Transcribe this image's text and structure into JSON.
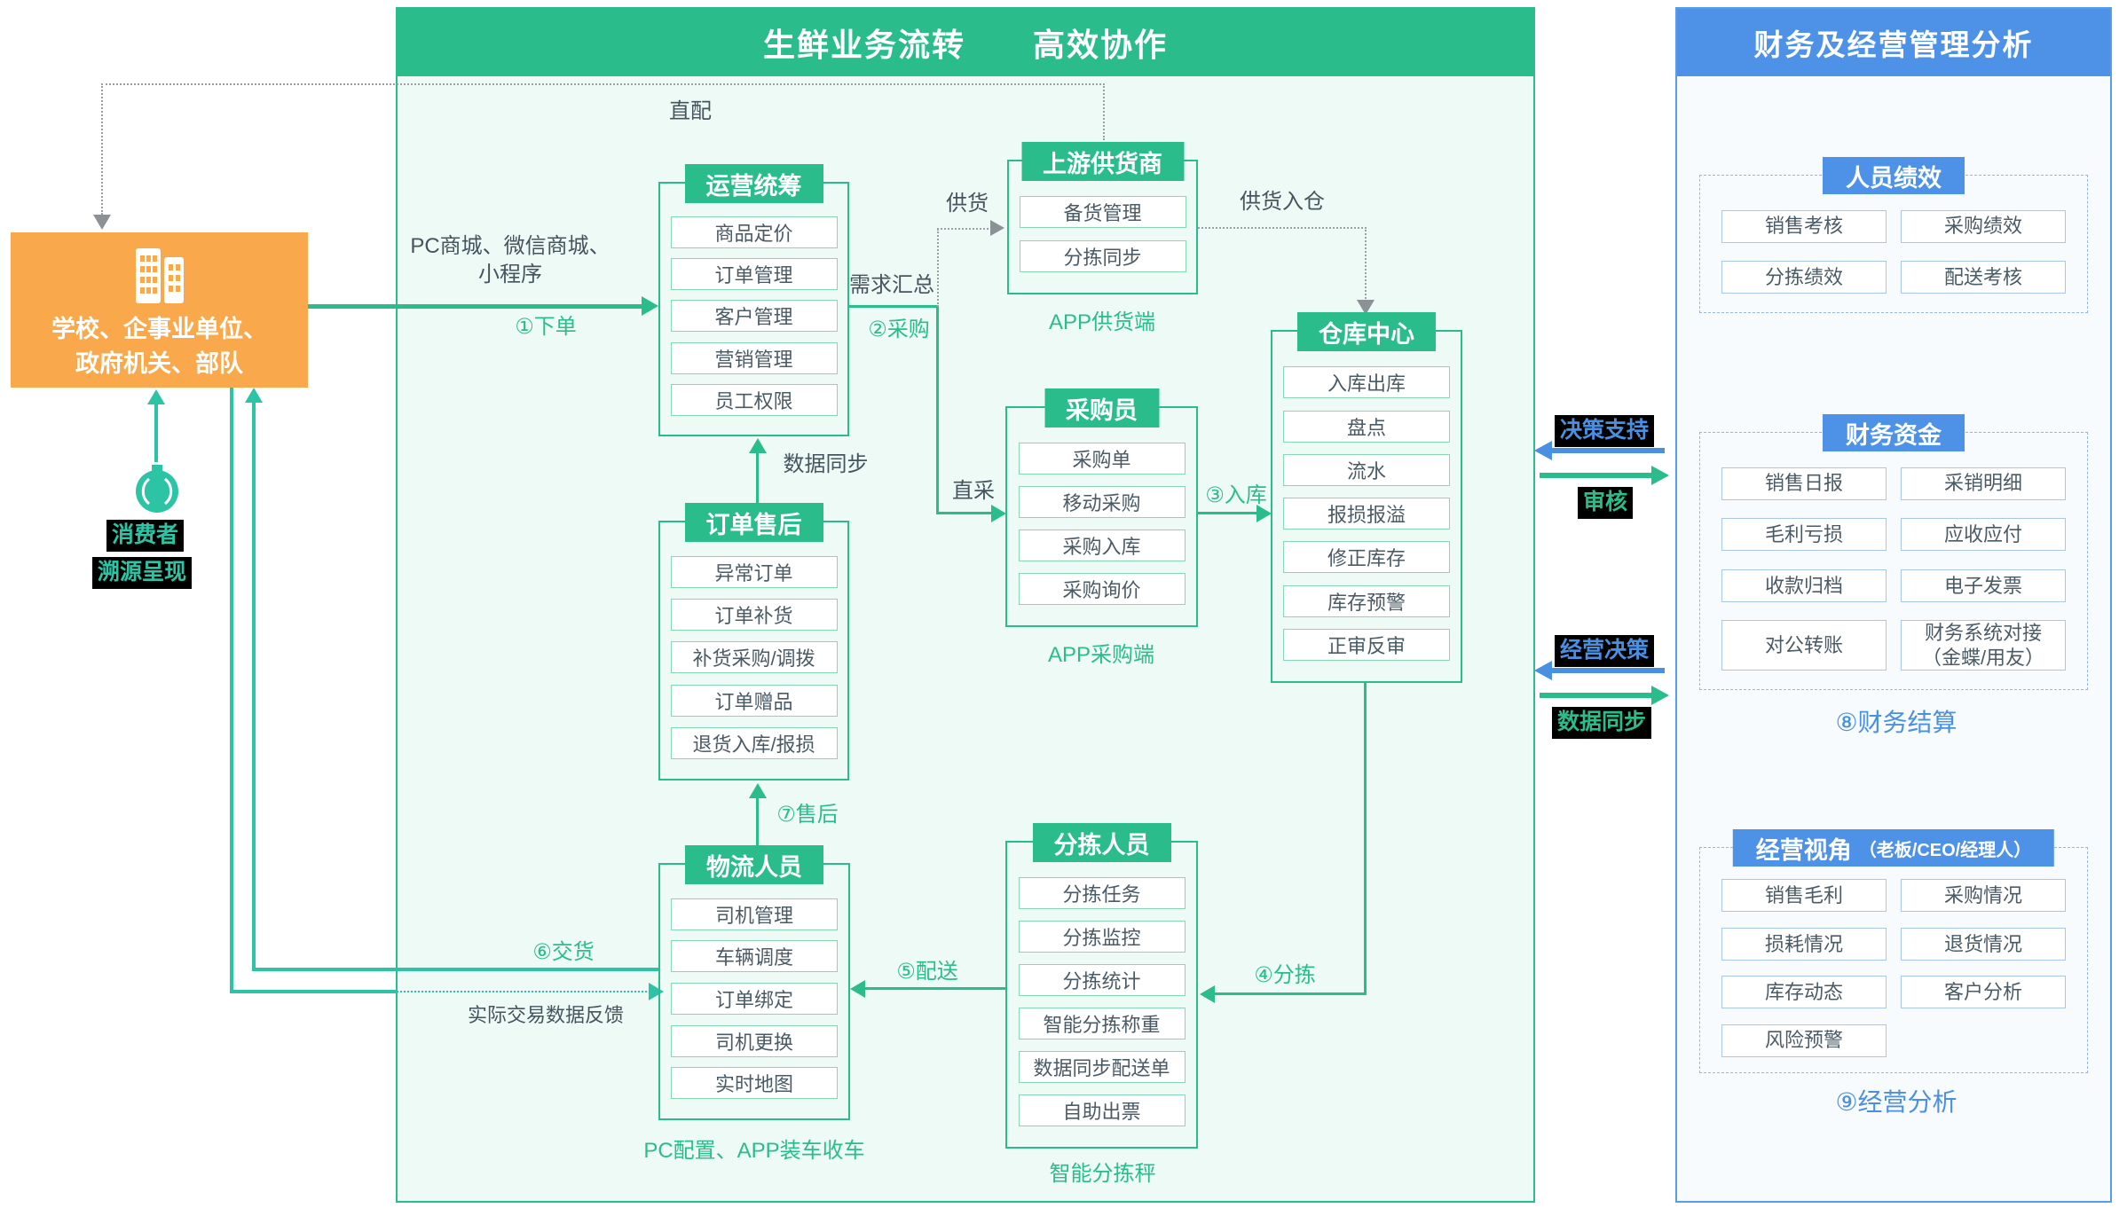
{
  "left": {
    "customer_box": "学校、企事业单位、\n政府机关、部队",
    "consumer_label": "消费者",
    "trace_label": "溯源呈现",
    "delivery_label": "⑥交货",
    "feedback_label": "实际交易数据反馈"
  },
  "center": {
    "title": "生鲜业务流转　　高效协作",
    "zhipei_label": "直配",
    "order_channel": "PC商城、微信商城、\n小程序",
    "order_label": "①下单",
    "demand_label": "需求汇总",
    "purchase_label": "②采购",
    "supply_label": "供货",
    "zhicai_label": "直采",
    "supply_in_label": "供货入仓",
    "inbound_label": "③入库",
    "sort_label": "④分拣",
    "deliver_label": "⑤配送",
    "aftersale_label": "⑦售后",
    "datasync_label": "数据同步",
    "groups": {
      "yunying": {
        "title": "运营统筹",
        "items": [
          "商品定价",
          "订单管理",
          "客户管理",
          "营销管理",
          "员工权限"
        ]
      },
      "shangyou": {
        "title": "上游供货商",
        "items": [
          "备货管理",
          "分拣同步"
        ],
        "caption": "APP供货端"
      },
      "caigouyuan": {
        "title": "采购员",
        "items": [
          "采购单",
          "移动采购",
          "采购入库",
          "采购询价"
        ],
        "caption": "APP采购端"
      },
      "cangku": {
        "title": "仓库中心",
        "items": [
          "入库出库",
          "盘点",
          "流水",
          "报损报溢",
          "修正库存",
          "库存预警",
          "正审反审"
        ]
      },
      "dingdanshouhou": {
        "title": "订单售后",
        "items": [
          "异常订单",
          "订单补货",
          "补货采购/调拨",
          "订单赠品",
          "退货入库/报损"
        ]
      },
      "wuliu": {
        "title": "物流人员",
        "items": [
          "司机管理",
          "车辆调度",
          "订单绑定",
          "司机更换",
          "实时地图"
        ],
        "caption": "PC配置、APP装车收车"
      },
      "fenjian": {
        "title": "分拣人员",
        "items": [
          "分拣任务",
          "分拣监控",
          "分拣统计",
          "智能分拣称重",
          "数据同步配送单",
          "自助出票"
        ],
        "caption": "智能分拣秤"
      }
    }
  },
  "bridge": {
    "decision_support": "决策支持",
    "audit": "审核",
    "business_decision": "经营决策",
    "data_sync": "数据同步"
  },
  "right": {
    "title": "财务及经营管理分析",
    "sections": {
      "renyuan": {
        "title": "人员绩效",
        "items": [
          "销售考核",
          "采购绩效",
          "分拣绩效",
          "配送考核"
        ]
      },
      "caiwu": {
        "title": "财务资金",
        "items": [
          "销售日报",
          "采销明细",
          "毛利亏损",
          "应收应付",
          "收款归档",
          "电子发票",
          "对公转账",
          "财务系统对接\n（金蝶/用友）"
        ],
        "caption": "⑧财务结算"
      },
      "jingying": {
        "title": "经营视角",
        "subtitle": "（老板/CEO/经理人）",
        "items": [
          "销售毛利",
          "采购情况",
          "损耗情况",
          "退货情况",
          "库存动态",
          "客户分析",
          "风险预警"
        ],
        "caption": "⑨经营分析"
      }
    }
  },
  "colors": {
    "green": "#2abd8b",
    "teal": "#2cc4a4",
    "blue": "#4a90e2",
    "orange": "#f9a94b",
    "gray": "#9aa0a6"
  }
}
